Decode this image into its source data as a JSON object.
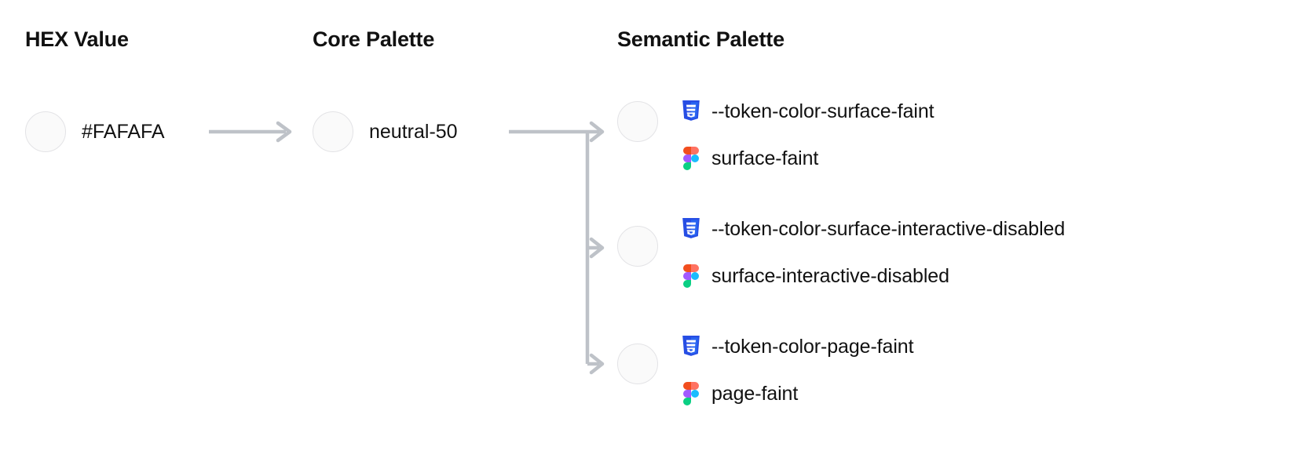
{
  "columns": {
    "hex": {
      "header": "HEX Value"
    },
    "core": {
      "header": "Core Palette"
    },
    "semantic": {
      "header": "Semantic Palette"
    }
  },
  "hex": {
    "value": "#FAFAFA",
    "swatch_color": "#FAFAFA"
  },
  "core": {
    "value": "neutral-50",
    "swatch_color": "#FAFAFA"
  },
  "semantic": {
    "rows": [
      {
        "swatch_color": "#FAFAFA",
        "css_icon": "css3-icon",
        "css_token": "--token-color-surface-faint",
        "figma_icon": "figma-icon",
        "figma_token": "surface-faint"
      },
      {
        "swatch_color": "#FAFAFA",
        "css_icon": "css3-icon",
        "css_token": "--token-color-surface-interactive-disabled",
        "figma_icon": "figma-icon",
        "figma_token": "surface-interactive-disabled"
      },
      {
        "swatch_color": "#FAFAFA",
        "css_icon": "css3-icon",
        "css_token": "--token-color-page-faint",
        "figma_icon": "figma-icon",
        "figma_token": "page-faint"
      }
    ]
  },
  "connectors": {
    "hex_to_core": "arrow-right",
    "core_to_semantic": "branching-arrow-right",
    "color": "#BEC2C8"
  },
  "palette": {
    "text": "#111111",
    "swatch_border": "#E3E3E6",
    "connector": "#BEC2C8",
    "css_blue_dark": "#264DE4",
    "css_blue_light": "#2965F1",
    "figma_orange": "#F24E1E",
    "figma_salmon": "#FF7262",
    "figma_purple": "#A259FF",
    "figma_blue": "#1ABCFE",
    "figma_green": "#0ACF83"
  }
}
